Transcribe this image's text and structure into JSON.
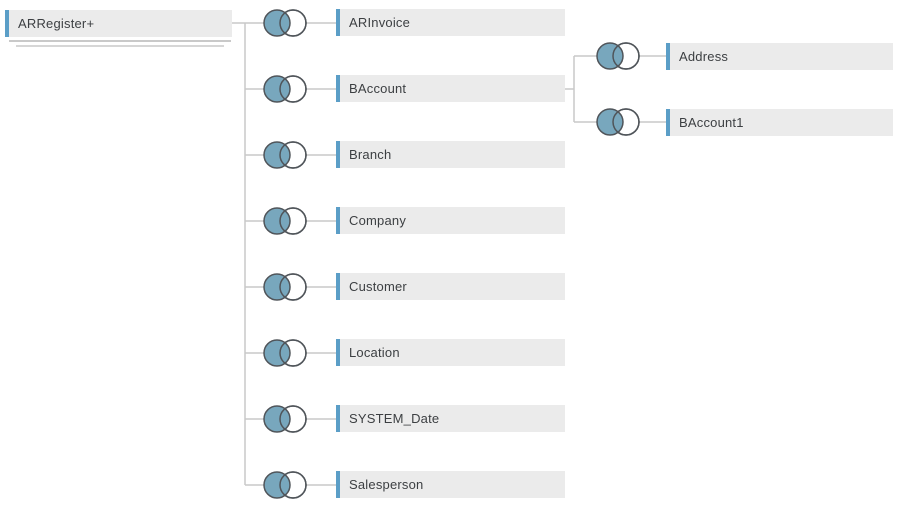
{
  "diagram": {
    "kind": "data-source-join-tree",
    "root": {
      "label": "ARRegister+",
      "union_stack": true
    },
    "tables": [
      {
        "label": "ARInvoice",
        "join_type": "left"
      },
      {
        "label": "BAccount",
        "join_type": "left",
        "children": [
          {
            "label": "Address",
            "join_type": "left"
          },
          {
            "label": "BAccount1",
            "join_type": "left"
          }
        ]
      },
      {
        "label": "Branch",
        "join_type": "left"
      },
      {
        "label": "Company",
        "join_type": "left"
      },
      {
        "label": "Customer",
        "join_type": "left"
      },
      {
        "label": "Location",
        "join_type": "left"
      },
      {
        "label": "SYSTEM_Date",
        "join_type": "left"
      },
      {
        "label": "Salesperson",
        "join_type": "left"
      }
    ]
  },
  "colors": {
    "accent": "#5b9ec7",
    "join_fill": "#78a7bd",
    "circle_stroke": "#50555a",
    "connector": "#c9c9c9",
    "box_bg": "#ebebeb",
    "text": "#3c3f42",
    "union_line_1": "#c9c9c9",
    "union_line_2": "#d6d6d6"
  }
}
